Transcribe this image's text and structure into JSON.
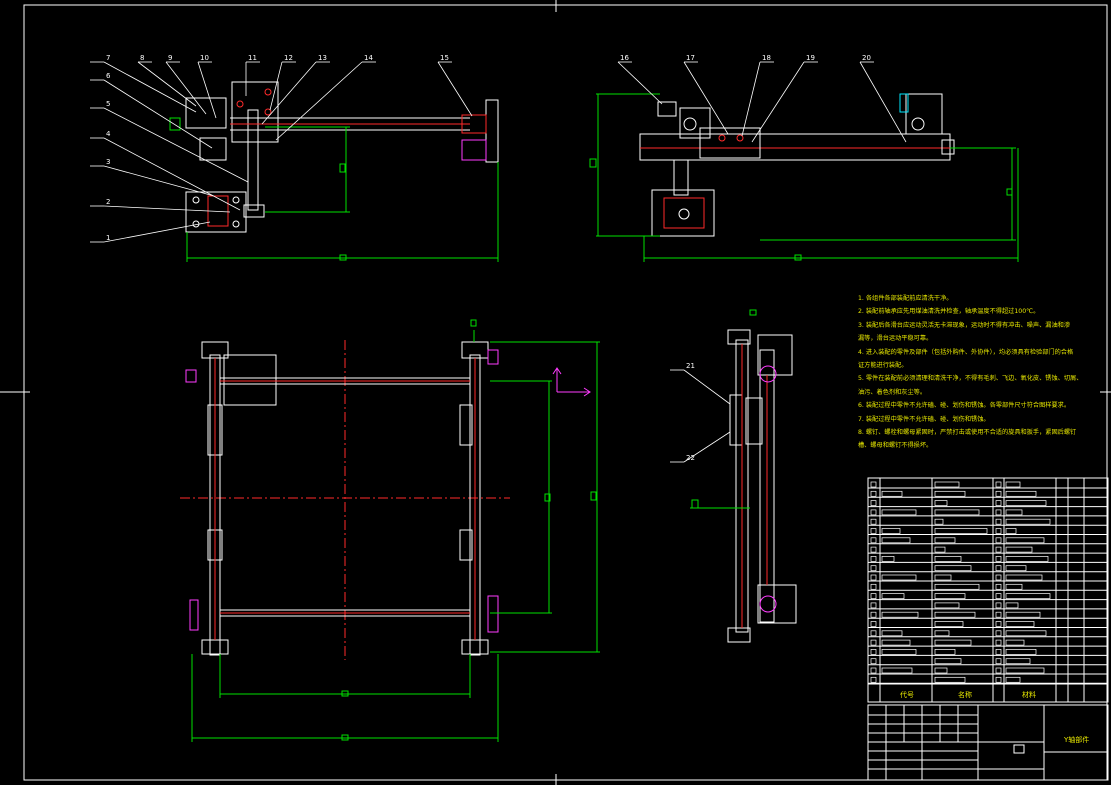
{
  "colors": {
    "bg": "#000000",
    "frame": "#ffffff",
    "green": "#00e000",
    "yellow": "#e6e600",
    "red": "#ff2a2a",
    "magenta": "#ff3cff",
    "cyan": "#00e8ff",
    "part": "#ffffff"
  },
  "balloons": {
    "top_left": [
      "1",
      "2",
      "3",
      "4",
      "5",
      "6",
      "7",
      "8",
      "9",
      "10",
      "11",
      "12",
      "13",
      "14",
      "15"
    ],
    "top_right": [
      "16",
      "17",
      "18",
      "19",
      "20"
    ],
    "side": [
      "21",
      "22"
    ]
  },
  "notes": [
    "1. 各组件各部装配前应清洗干净。",
    "2. 装配前轴承应先用煤油清洗并检查，轴承温度不得超过100℃。",
    "3. 装配后各滑台应运动灵活无卡滞现象，运动时不得有冲击、噪声、漏油和渗",
    "   漏等，滑台运动平稳可靠。",
    "4. 进入装配的零件及部件（包括外购件、外协件），均必须具有检验部门的合格",
    "   证方能进行装配。",
    "5. 零件在装配前必须清理和清洗干净，不得有毛刺、飞边、氧化皮、锈蚀、切屑、",
    "   油污、着色剂和灰尘等。",
    "6. 装配过程中零件不允许磕、碰、划伤和锈蚀。各零部件尺寸符合图样要求。",
    "7. 装配过程中零件不允许磕、碰、划伤和锈蚀。",
    "8. 螺钉、螺栓和螺母紧固时，严禁打击或使用不合适的旋具和扳手，紧固后螺钉",
    "   槽、螺母和螺钉不得损坏。"
  ],
  "title_block": {
    "col_code": "代号",
    "col_name": "名称",
    "col_material": "材料",
    "drawing_title": "Y轴部件"
  }
}
